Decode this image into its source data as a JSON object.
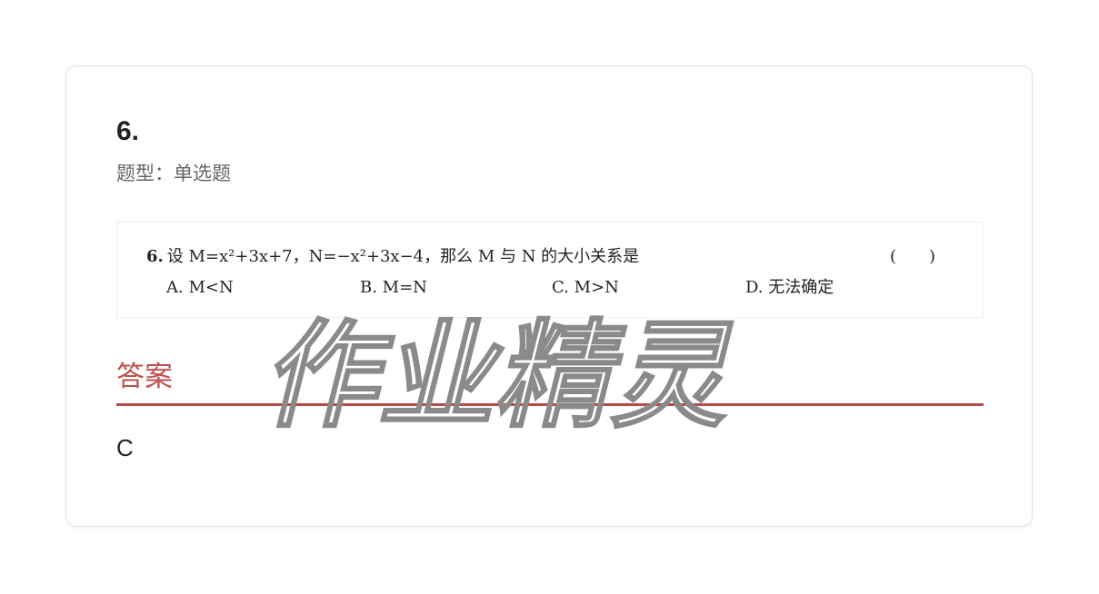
{
  "question": {
    "number": "6.",
    "type_label": "题型：单选题"
  },
  "problem": {
    "stem_number": "6.",
    "stem_text": "设 M=x²+3x+7，N=−x²+3x−4，那么 M 与 N 的大小关系是",
    "answer_parens": "(　　)",
    "options": [
      {
        "label": "A. M<N"
      },
      {
        "label": "B. M=N"
      },
      {
        "label": "C. M>N"
      },
      {
        "label": "D. 无法确定"
      }
    ]
  },
  "answer": {
    "heading": "答案",
    "value": "C"
  },
  "watermark": {
    "text": "作业精灵"
  },
  "colors": {
    "answer_accent": "#c0504d",
    "answer_rule": "#b84a4a",
    "card_border": "#e3e3e3"
  }
}
